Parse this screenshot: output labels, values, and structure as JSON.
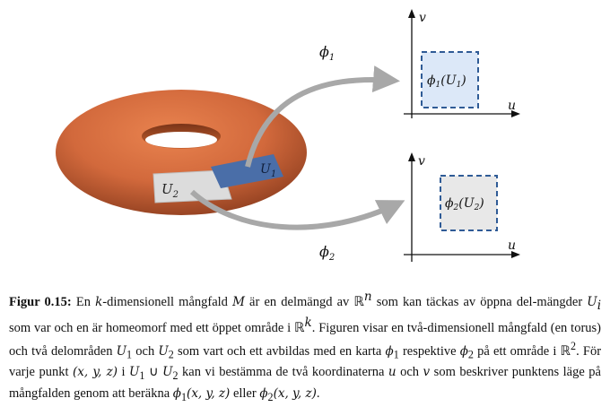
{
  "figure": {
    "phi1": "ϕ",
    "phi1_sub": "1",
    "phi2": "ϕ",
    "phi2_sub": "2",
    "U1": "U",
    "U1_sub": "1",
    "U2": "U",
    "U2_sub": "2",
    "chart1": {
      "v_label": "v",
      "u_label": "u",
      "region_fn": "ϕ",
      "region_fn_sub": "1",
      "region_arg": "U",
      "region_arg_sub": "1"
    },
    "chart2": {
      "v_label": "v",
      "u_label": "u",
      "region_fn": "ϕ",
      "region_fn_sub": "2",
      "region_arg": "U",
      "region_arg_sub": "2"
    },
    "colors": {
      "torus": "#d2693c",
      "patch_U1": "#4a6ea8",
      "patch_U2": "#dddddd",
      "region1_fill": "#dce8f8",
      "region2_fill": "#e8e8e8",
      "dash": "#2f5b96",
      "arrow": "#a8a8a8"
    }
  },
  "caption": {
    "label": "Figur 0.15:",
    "segments": [
      " En ",
      "k",
      "-dimensionell mångfald ",
      "M",
      " är en delmängd av ",
      "ℝ",
      "n",
      " som kan täckas av öppna del-mängder ",
      "U",
      "i",
      " som var och en är homeomorf med ett öppet område i ",
      "ℝ",
      "k",
      ". Figuren visar en två-dimensionell mångfald (en torus) och två delområden ",
      "U",
      "1",
      " och ",
      "U",
      "2",
      " som vart och ett avbildas med en karta ",
      "ϕ",
      "1",
      " respektive ",
      "ϕ",
      "2",
      " på ett område i ",
      "ℝ",
      "2",
      ". För varje punkt ",
      "(x, y, z)",
      " i ",
      "U",
      "1",
      " ∪ ",
      "U",
      "2",
      " kan vi bestämma de två koordinaterna ",
      "u",
      " och ",
      "v",
      " som beskriver punktens läge på mångfalden genom att beräkna ",
      "ϕ",
      "1",
      "(x, y, z)",
      " eller ",
      "ϕ",
      "2",
      "(x, y, z)",
      "."
    ]
  }
}
